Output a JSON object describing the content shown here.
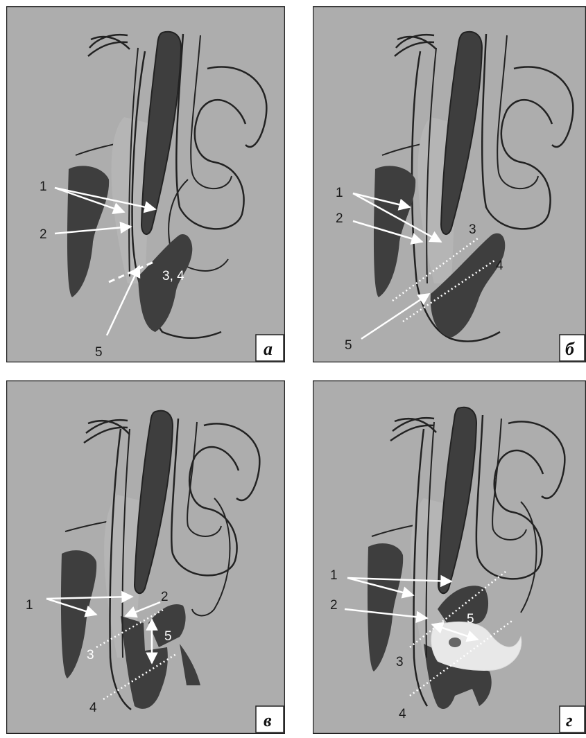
{
  "figure": {
    "panels": [
      {
        "id": "a",
        "letter": "а",
        "labels": [
          "1",
          "2",
          "3, 4",
          "5"
        ]
      },
      {
        "id": "b",
        "letter": "б",
        "labels": [
          "1",
          "2",
          "3",
          "4",
          "5"
        ]
      },
      {
        "id": "c",
        "letter": "в",
        "labels": [
          "1",
          "2",
          "3",
          "4",
          "5"
        ]
      },
      {
        "id": "d",
        "letter": "г",
        "labels": [
          "1",
          "2",
          "3",
          "4",
          "5"
        ]
      }
    ]
  },
  "colors": {
    "background": "#adadad",
    "tissue": "#3e3e3e",
    "outline": "#222222",
    "arrow": "#ffffff",
    "implant": "#e8e8e8"
  }
}
